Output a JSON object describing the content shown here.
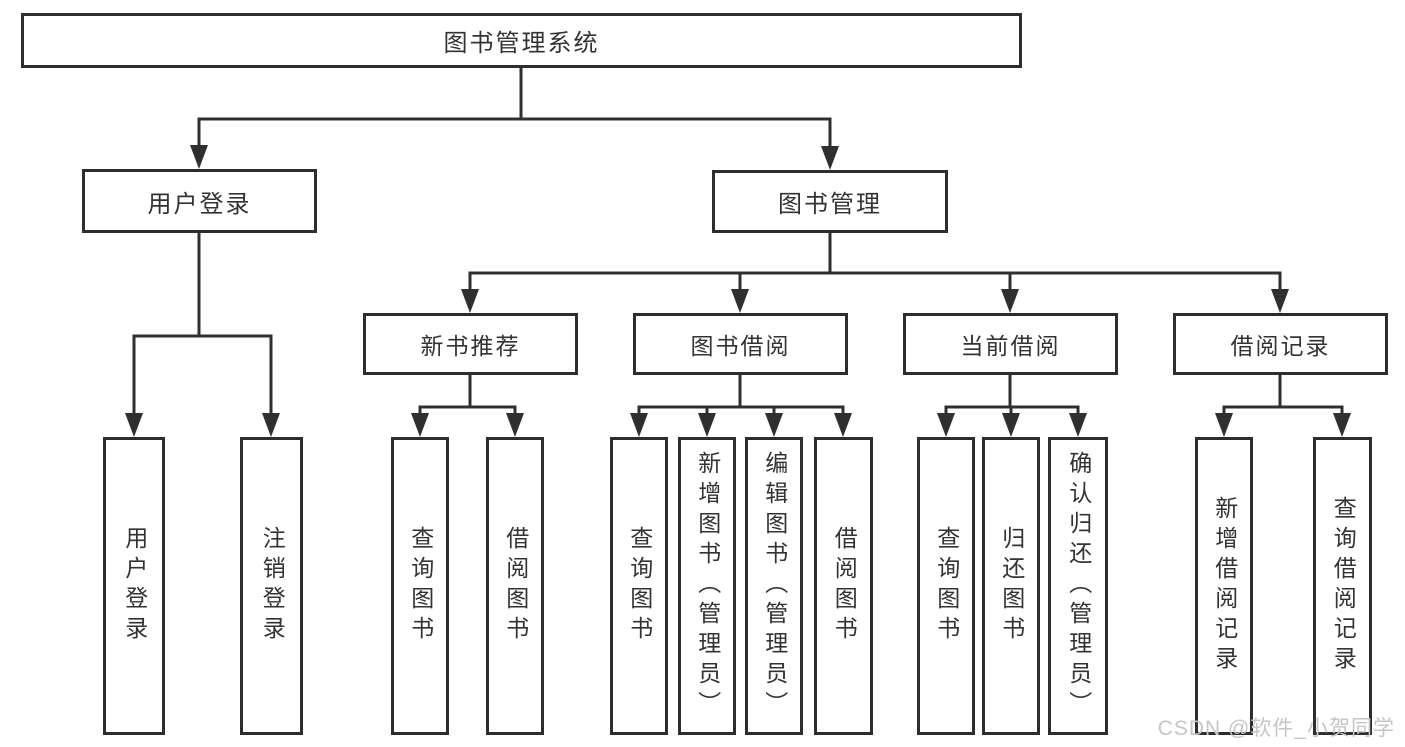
{
  "tree": {
    "root": {
      "label": "图书管理系统"
    },
    "branches": [
      {
        "label": "用户登录",
        "leaves": [
          "用户登录",
          "注销登录"
        ]
      },
      {
        "label": "图书管理",
        "groups": [
          {
            "label": "新书推荐",
            "leaves": [
              "查询图书",
              "借阅图书"
            ]
          },
          {
            "label": "图书借阅",
            "leaves": [
              "查询图书",
              "新增图书（管理员）",
              "编辑图书（管理员）",
              "借阅图书"
            ]
          },
          {
            "label": "当前借阅",
            "leaves": [
              "查询图书",
              "归还图书",
              "确认归还（管理员）"
            ]
          },
          {
            "label": "借阅记录",
            "leaves": [
              "新增借阅记录",
              "查询借阅记录"
            ]
          }
        ]
      }
    ]
  },
  "watermark": "CSDN @软件_小贺同学",
  "colors": {
    "line": "#2f2f2f",
    "border": "#2d2d2d",
    "text": "#333333",
    "watermark": "#c6c6c6",
    "background": "#ffffff"
  }
}
